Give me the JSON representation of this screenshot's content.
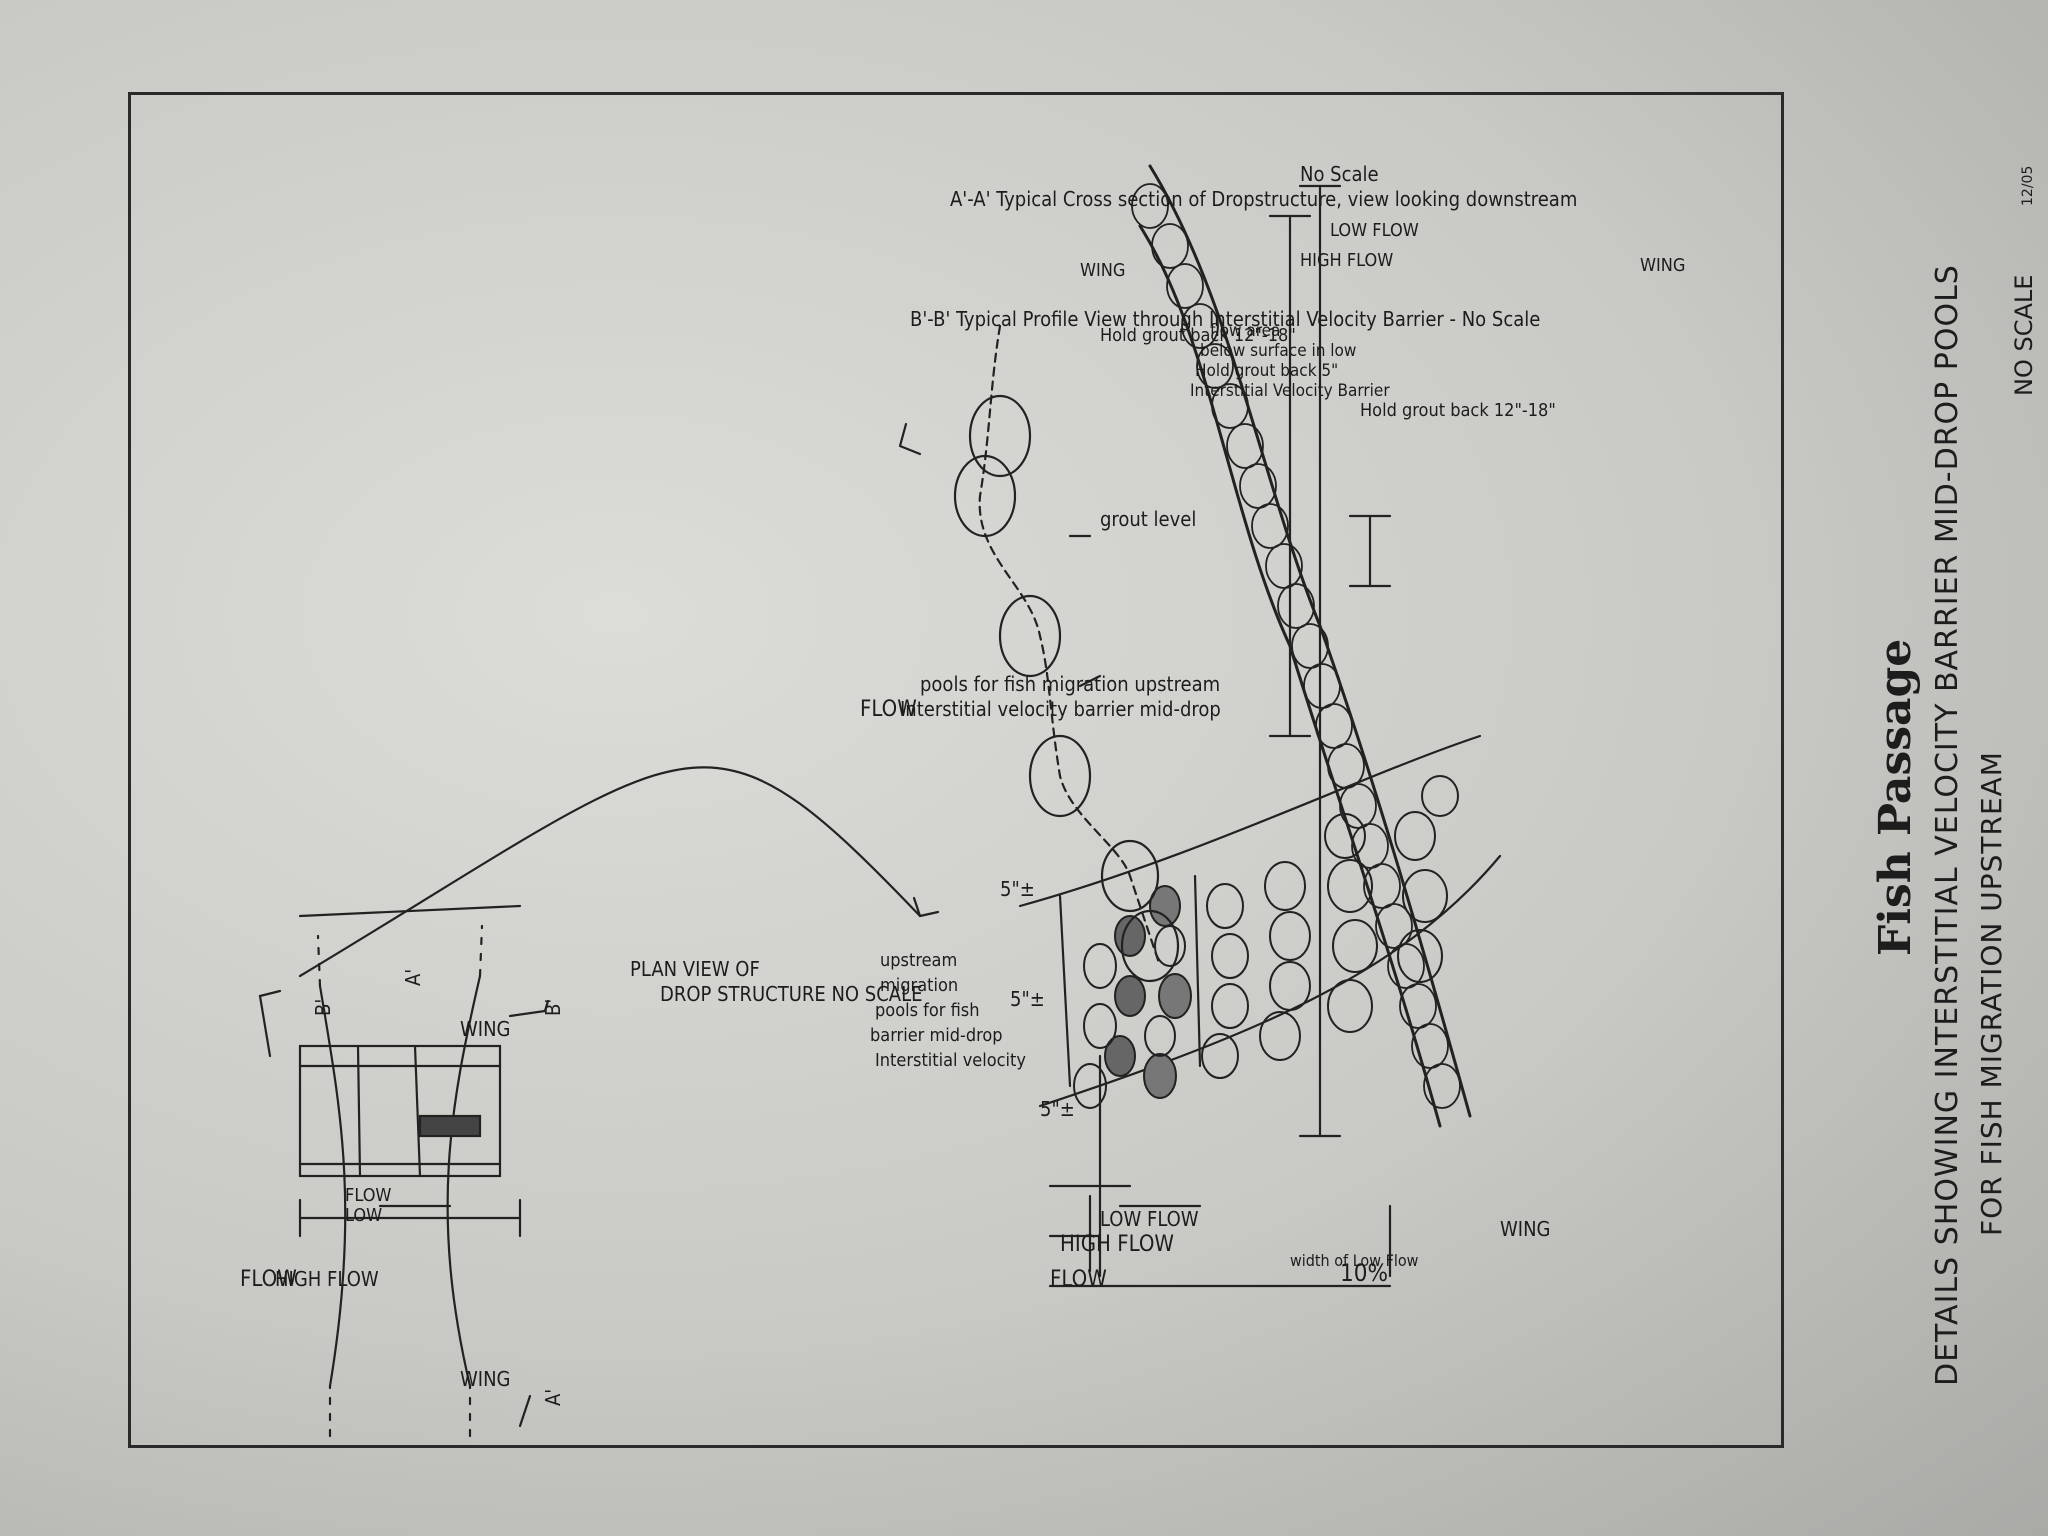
{
  "sheet": {
    "title_line1": "DETAILS SHOWING INTERSTITIAL VELOCITY BARRIER MID-DROP POOLS",
    "title_line2": "FOR FISH MIGRATION UPSTREAM",
    "no_scale": "NO SCALE",
    "heading": "Fish Passage",
    "date": "12/05"
  },
  "plan_view": {
    "flow": "FLOW",
    "high_flow": "HIGH FLOW",
    "low_flow_line1": "LOW",
    "low_flow_line2": "FLOW",
    "wing_left": "WING",
    "wing_right": "WING",
    "section_b": "B'",
    "section_b2": "B'",
    "section_a": "A'",
    "section_a2": "A'",
    "caption_line1": "PLAN VIEW OF",
    "caption_line2": "DROP STRUCTURE NO SCALE"
  },
  "detail_view": {
    "flow": "FLOW",
    "high_flow": "HIGH FLOW",
    "low_flow": "LOW FLOW",
    "pct": "10%",
    "pct_caption": "width of Low Flow",
    "wing": "WING",
    "dim1": "5\"±",
    "dim2": "5\"±",
    "dim3": "5\"±",
    "note_line1": "Interstitial velocity",
    "note_line2": "barrier mid-drop",
    "note_line3": "pools for fish",
    "note_line4": "migration",
    "note_line5": "upstream"
  },
  "profile_view": {
    "flow": "FLOW",
    "note_line1": "Interstitial velocity barrier mid-drop",
    "note_line2": "pools for fish migration upstream",
    "grout": "grout level",
    "caption": "B'-B' Typical Profile View through Interstitial Velocity Barrier - No Scale"
  },
  "cross_section": {
    "wing_left": "WING",
    "wing_right": "WING",
    "high_flow": "HIGH FLOW",
    "low_flow": "LOW FLOW",
    "hold_left": "Hold grout back 12\"-18\"",
    "hold_right": "Hold grout back 12\"-18\"",
    "barrier_line1": "Interstitial Velocity Barrier",
    "barrier_line2": "Hold grout back 5\"",
    "barrier_line3": "below surface in low",
    "barrier_line4": "flow area",
    "caption_line1": "A'-A' Typical Cross section of Dropstructure, view looking downstream",
    "caption_line2": "No Scale"
  }
}
